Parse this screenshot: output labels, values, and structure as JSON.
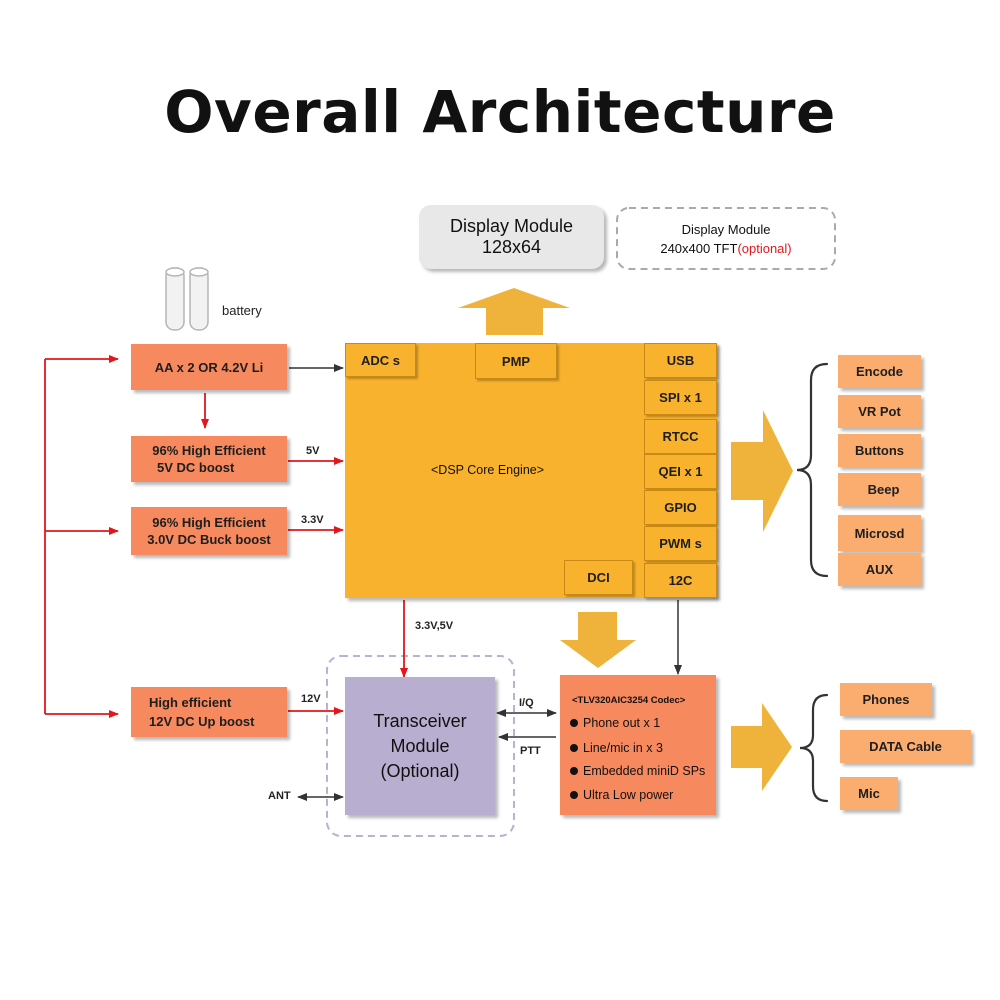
{
  "title": "Overall Architecture",
  "display": {
    "main_line1": "Display Module",
    "main_line2": "128x64",
    "alt_line1": "Display Module",
    "alt_line2": "240x400 TFT",
    "alt_optional": "(optional)"
  },
  "battery_label": "battery",
  "power": {
    "source": "AA x 2 OR 4.2V Li",
    "boost5_line1": "96% High Efficient",
    "boost5_line2": "5V DC boost",
    "buck3_line1": "96% High Efficient",
    "buck3_line2": "3.0V DC Buck boost",
    "boost12_line1": "High efficient",
    "boost12_line2": "12V DC Up boost"
  },
  "voltages": {
    "v5": "5V",
    "v33": "3.3V",
    "v12": "12V",
    "v33_5": "3.3V,5V"
  },
  "dsp": {
    "core": "<DSP Core Engine>",
    "adc": "ADC s",
    "pmp": "PMP",
    "dci": "DCI",
    "peripherals": [
      "USB",
      "SPI x 1",
      "RTCC",
      "QEI x 1",
      "GPIO",
      "PWM s",
      "12C"
    ]
  },
  "outputs": [
    "Encode",
    "VR Pot",
    "Buttons",
    "Beep",
    "Microsd",
    "AUX"
  ],
  "transceiver": {
    "line1": "Transceiver",
    "line2": "Module",
    "line3": "(Optional)"
  },
  "signals": {
    "iq": "I/Q",
    "ptt": "PTT",
    "ant": "ANT"
  },
  "codec": {
    "title": "<TLV320AIC3254 Codec>",
    "features": [
      "Phone out x 1",
      "Line/mic in x 3",
      "Embedded miniD SPs",
      "Ultra Low power"
    ]
  },
  "audio_outputs": [
    "Phones",
    "DATA Cable",
    "Mic"
  ],
  "colors": {
    "salmon": "#f7895e",
    "peach": "#fbad6f",
    "orange": "#f8b22d",
    "arrow_orange": "#efb33c",
    "purple": "#b8aed0",
    "red_line": "#e3171b",
    "optional_red": "#e3171b"
  }
}
